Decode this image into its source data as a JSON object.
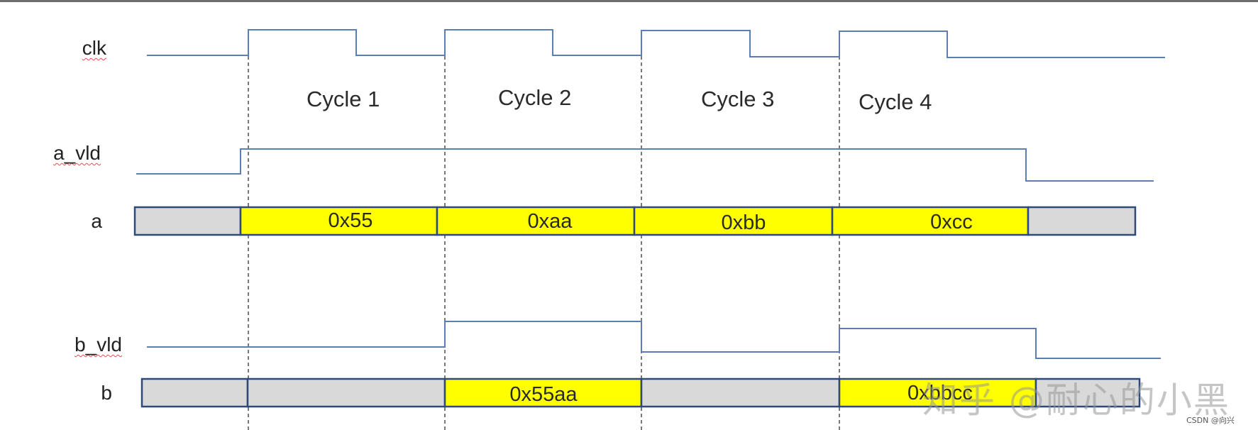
{
  "signals": {
    "clk": "clk",
    "a_vld": "a_vld",
    "a": "a",
    "b_vld": "b_vld",
    "b": "b"
  },
  "cycles": [
    "Cycle 1",
    "Cycle 2",
    "Cycle 3",
    "Cycle 4"
  ],
  "a_values": [
    "0x55",
    "0xaa",
    "0xbb",
    "0xcc"
  ],
  "b_values": [
    "0x55aa",
    "0xbbcc"
  ],
  "watermark": "知乎 @耐心的小黑",
  "footer": "CSDN @向兴",
  "colors": {
    "data_fill": "#ffff00",
    "idle_fill": "#d9d9d9",
    "wave": "#5b7fb5",
    "bus_border": "#2f4a7a"
  }
}
